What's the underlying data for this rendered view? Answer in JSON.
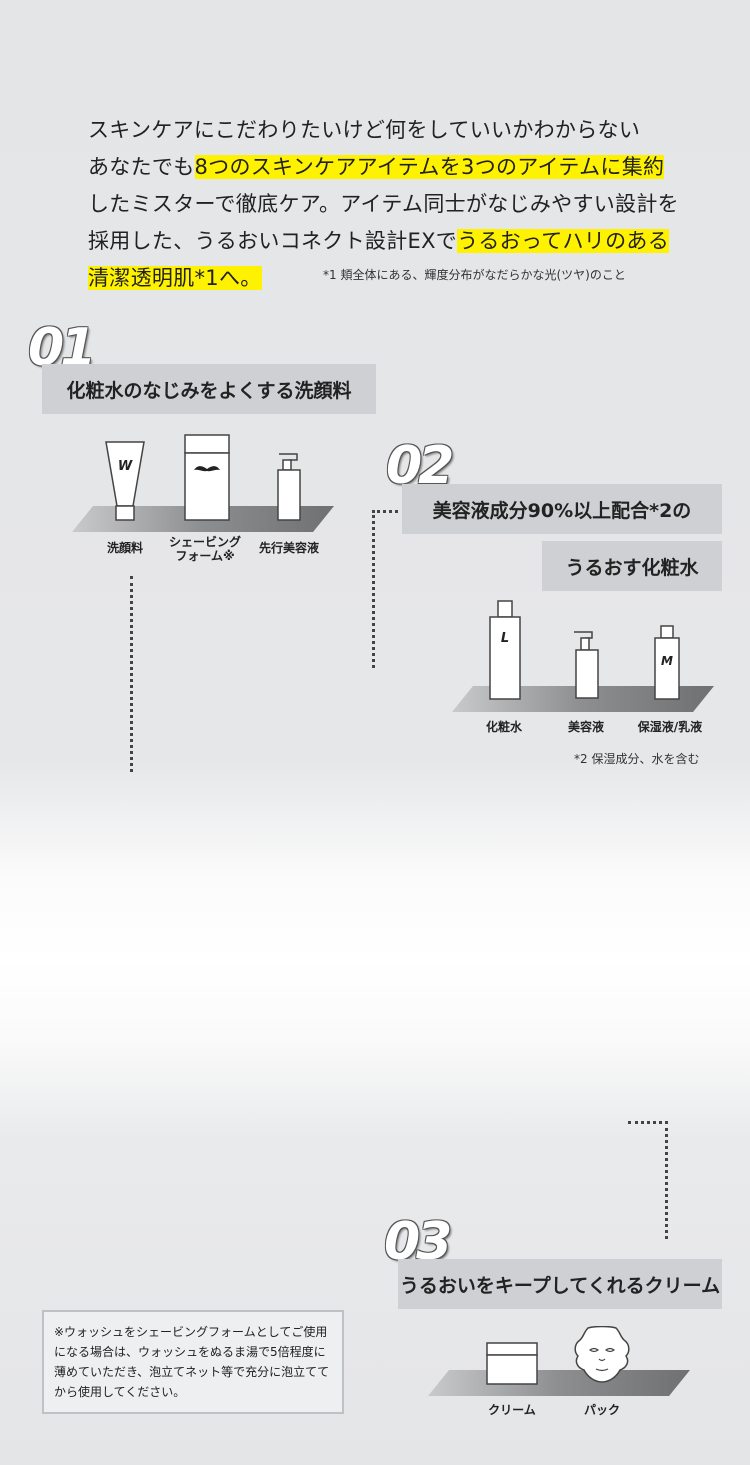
{
  "intro": {
    "line1": "スキンケアにこだわりたいけど何をしていいかわからない",
    "line2_a": "あなたでも",
    "line2_hl": "8つのスキンケアアイテムを3つのアイテムに集約",
    "line3": "したミスターで徹底ケア。アイテム同士がなじみやすい設計を",
    "line4_a": "採用した、うるおいコネクト設計EXで",
    "line4_hl": "うるおってハリのある",
    "line5_hl": "清潔透明肌*1へ。",
    "footnote1": "*1 頬全体にある、輝度分布がなだらかな光(ツヤ)のこと"
  },
  "step1": {
    "number": "01",
    "label": "化粧水のなじみをよくする洗顔料",
    "products": [
      "洗顔料",
      "シェービング",
      "フォーム※",
      "先行美容液"
    ],
    "tube_letter": "W"
  },
  "step2": {
    "number": "02",
    "label_line1": "美容液成分90%以上配合*2の",
    "label_line2": "うるおす化粧水",
    "products": [
      "化粧水",
      "美容液",
      "保湿液/乳液"
    ],
    "bottle_letters": [
      "L",
      "M"
    ],
    "footnote2": "*2 保湿成分、水を含む"
  },
  "step3": {
    "number": "03",
    "label": "うるおいをキープしてくれるクリーム",
    "products": [
      "クリーム",
      "パック"
    ]
  },
  "note": "※ウォッシュをシェービングフォームとしてご使用になる場合は、ウォッシュをぬるま湯で5倍程度に薄めていただき、泡立てネット等で充分に泡立ててから使用してください。"
}
